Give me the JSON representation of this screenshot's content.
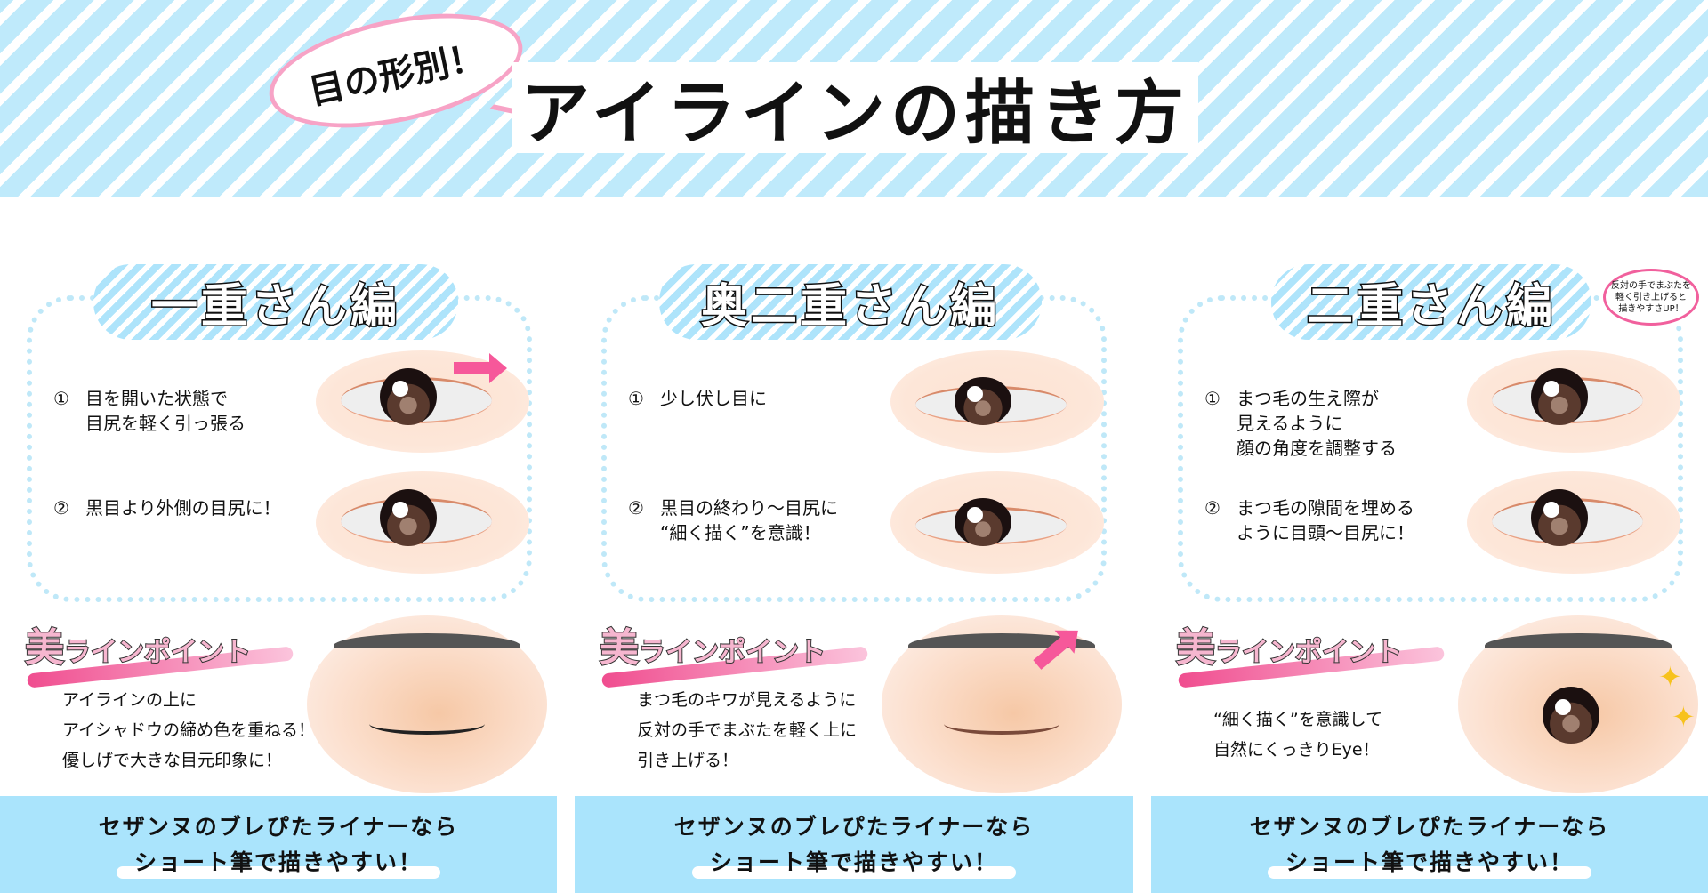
{
  "header": {
    "bubble_label": "目の形別！",
    "title": "アイラインの描き方",
    "colors": {
      "stripe": "#bfeafb",
      "bubble_border": "#f7a3c6"
    }
  },
  "columns": [
    {
      "section_title": "一重さん編",
      "steps": [
        {
          "num": "①",
          "text": "目を開いた状態で\n目尻を軽く引っ張る"
        },
        {
          "num": "②",
          "text": "黒目より外側の目尻に！"
        }
      ],
      "point_title_kanji": "美",
      "point_title_rest": "ラインポイント",
      "point_text": "アイラインの上に\nアイシャドウの締め色を重ねる！\n優しげで大きな目元印象に！",
      "banner_line1": "セザンヌのブレぴたライナーなら",
      "banner_line2": "ショート筆で描きやすい！"
    },
    {
      "section_title": "奥二重さん編",
      "steps": [
        {
          "num": "①",
          "text": "少し伏し目に"
        },
        {
          "num": "②",
          "text": "黒目の終わり〜目尻に\n“細く描く”を意識！"
        }
      ],
      "point_title_kanji": "美",
      "point_title_rest": "ラインポイント",
      "point_text": "まつ毛のキワが見えるように\n反対の手でまぶたを軽く上に\n引き上げる！",
      "banner_line1": "セザンヌのブレぴたライナーなら",
      "banner_line2": "ショート筆で描きやすい！"
    },
    {
      "section_title": "二重さん編",
      "callout": "反対の手でまぶたを\n軽く引き上げると\n描きやすさUP！",
      "steps": [
        {
          "num": "①",
          "text": "まつ毛の生え際が\n見えるように\n顔の角度を調整する"
        },
        {
          "num": "②",
          "text": "まつ毛の隙間を埋める\nように目頭〜目尻に！"
        }
      ],
      "point_title_kanji": "美",
      "point_title_rest": "ラインポイント",
      "point_text": "“細く描く”を意識して\n自然にくっきりEye！",
      "banner_line1": "セザンヌのブレぴたライナーなら",
      "banner_line2": "ショート筆で描きやすい！"
    }
  ],
  "colors": {
    "banner_bg": "#aae4fc",
    "dotted_border": "#bfe8f8",
    "accent_pink": "#f6589a"
  }
}
